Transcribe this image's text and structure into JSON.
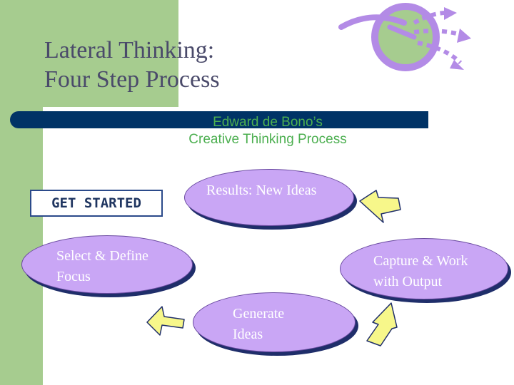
{
  "title": {
    "line1": "Lateral Thinking:",
    "line2": "Four Step Process"
  },
  "subtitle": {
    "line1": "Edward de Bono’s",
    "line2": "Creative Thinking Process"
  },
  "badge": "GET STARTED",
  "steps": {
    "results": "Results: New Ideas",
    "select": {
      "line1": "Select & Define",
      "line2": "Focus"
    },
    "capture": {
      "line1": "Capture & Work",
      "line2": "with Output"
    },
    "generate": {
      "line1": "Generate",
      "line2": "Ideas"
    }
  },
  "colors": {
    "sidebar": "#a6cc8f",
    "bar": "#003366",
    "oval": "#c9a6f5",
    "arrow": "#f7f78a",
    "logo": "#b38be6"
  }
}
